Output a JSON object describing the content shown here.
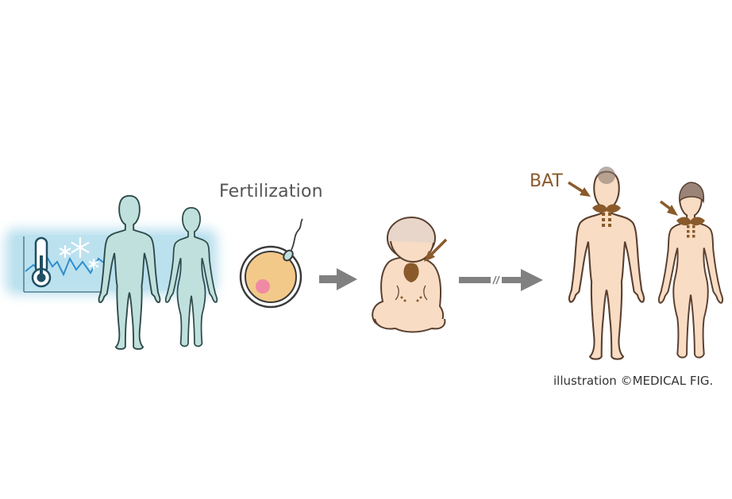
{
  "labels": {
    "fertilization": "Fertilization",
    "bat": "BAT",
    "credit": "illustration ©MEDICAL FIG."
  },
  "icons": {
    "cold_exposure": "thermometer-snowflake-icon",
    "fertilization": "egg-sperm-icon",
    "progression": "right-arrow-icon",
    "time_skip": "long-arrow-break-icon"
  },
  "colors": {
    "parent_skin": "#bfe0dc",
    "cold_panel": "#a9d8ea",
    "offspring_skin": "#f9dcc4",
    "bat_brown": "#8a5a2b",
    "arrow_gray": "#808080",
    "egg_yolk": "#f3c98a",
    "nucleus_pink": "#f08aa4"
  }
}
